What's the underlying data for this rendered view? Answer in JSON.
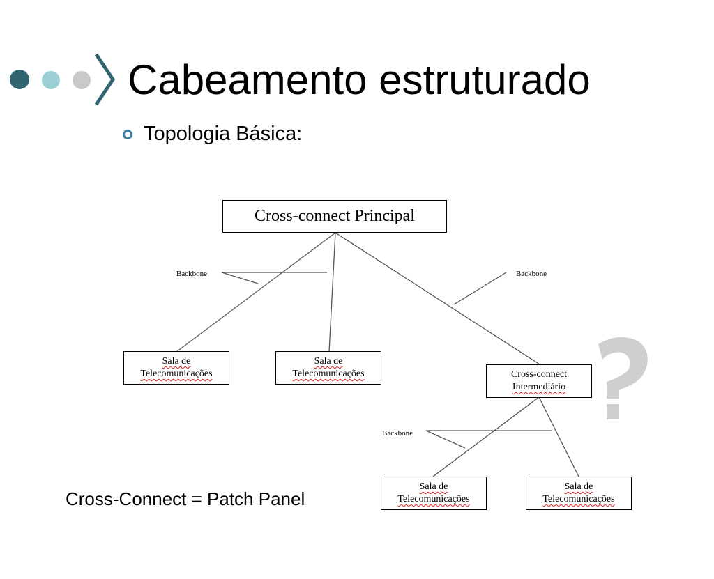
{
  "slide": {
    "title": "Cabeamento estruturado",
    "bullet": "Topologia Básica:",
    "note": "Cross-Connect = Patch Panel"
  },
  "decor": {
    "dot_colors": [
      "#2f6470",
      "#9ccfd3",
      "#c9c9c9"
    ],
    "chevron_color": "#2f6470",
    "question_mark_color": "#cfcfcf",
    "bullet_color": "#3a7fa4"
  },
  "diagram": {
    "main": "Cross-connect Principal",
    "intermediate": {
      "line1": "Cross-connect",
      "line2": "Intermediário"
    },
    "telecom_room": {
      "line1": "Sala de",
      "line2": "Telecomunicações"
    },
    "backbone_label": "Backbone"
  }
}
